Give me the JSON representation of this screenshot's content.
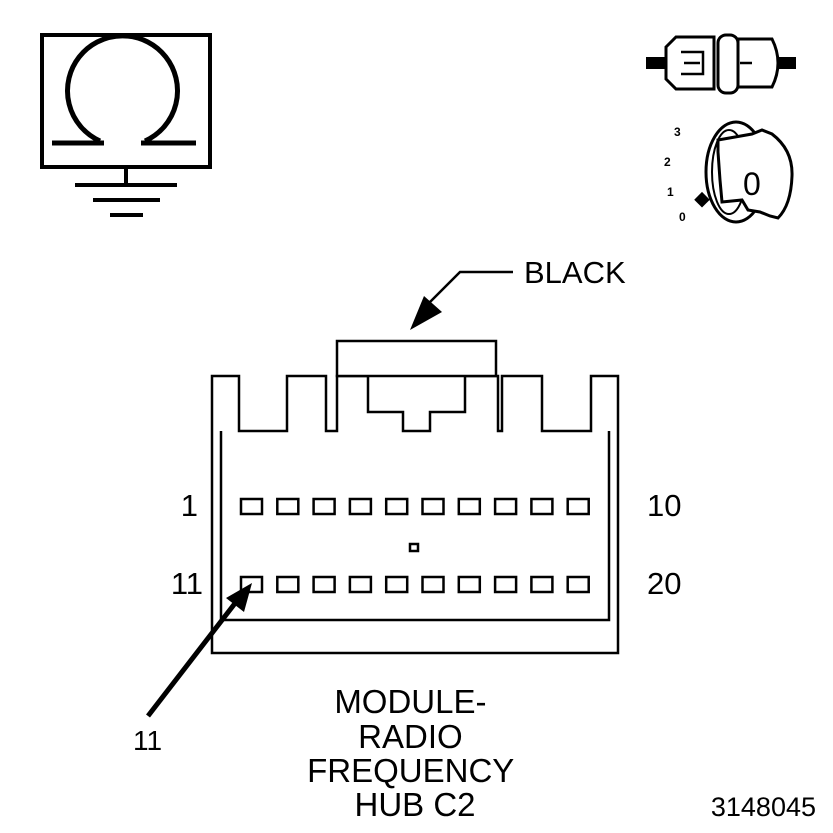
{
  "ohmmeter_symbol": {
    "icon": "ohm-meter-ground-icon"
  },
  "connector_icon": {
    "icon": "disconnected-connector-icon"
  },
  "ignition_key": {
    "icon": "ignition-key-icon",
    "positions": [
      "3",
      "2",
      "1",
      "0"
    ],
    "key_position_label": "0"
  },
  "connector": {
    "color_callout": "BLACK",
    "row1_start_label": "1",
    "row1_end_label": "10",
    "row2_start_label": "11",
    "row2_end_label": "20",
    "pin_pointer_label": "11",
    "title_lines": [
      "MODULE-",
      "RADIO",
      "FREQUENCY",
      "HUB C2"
    ]
  },
  "figure_id": "3148045"
}
